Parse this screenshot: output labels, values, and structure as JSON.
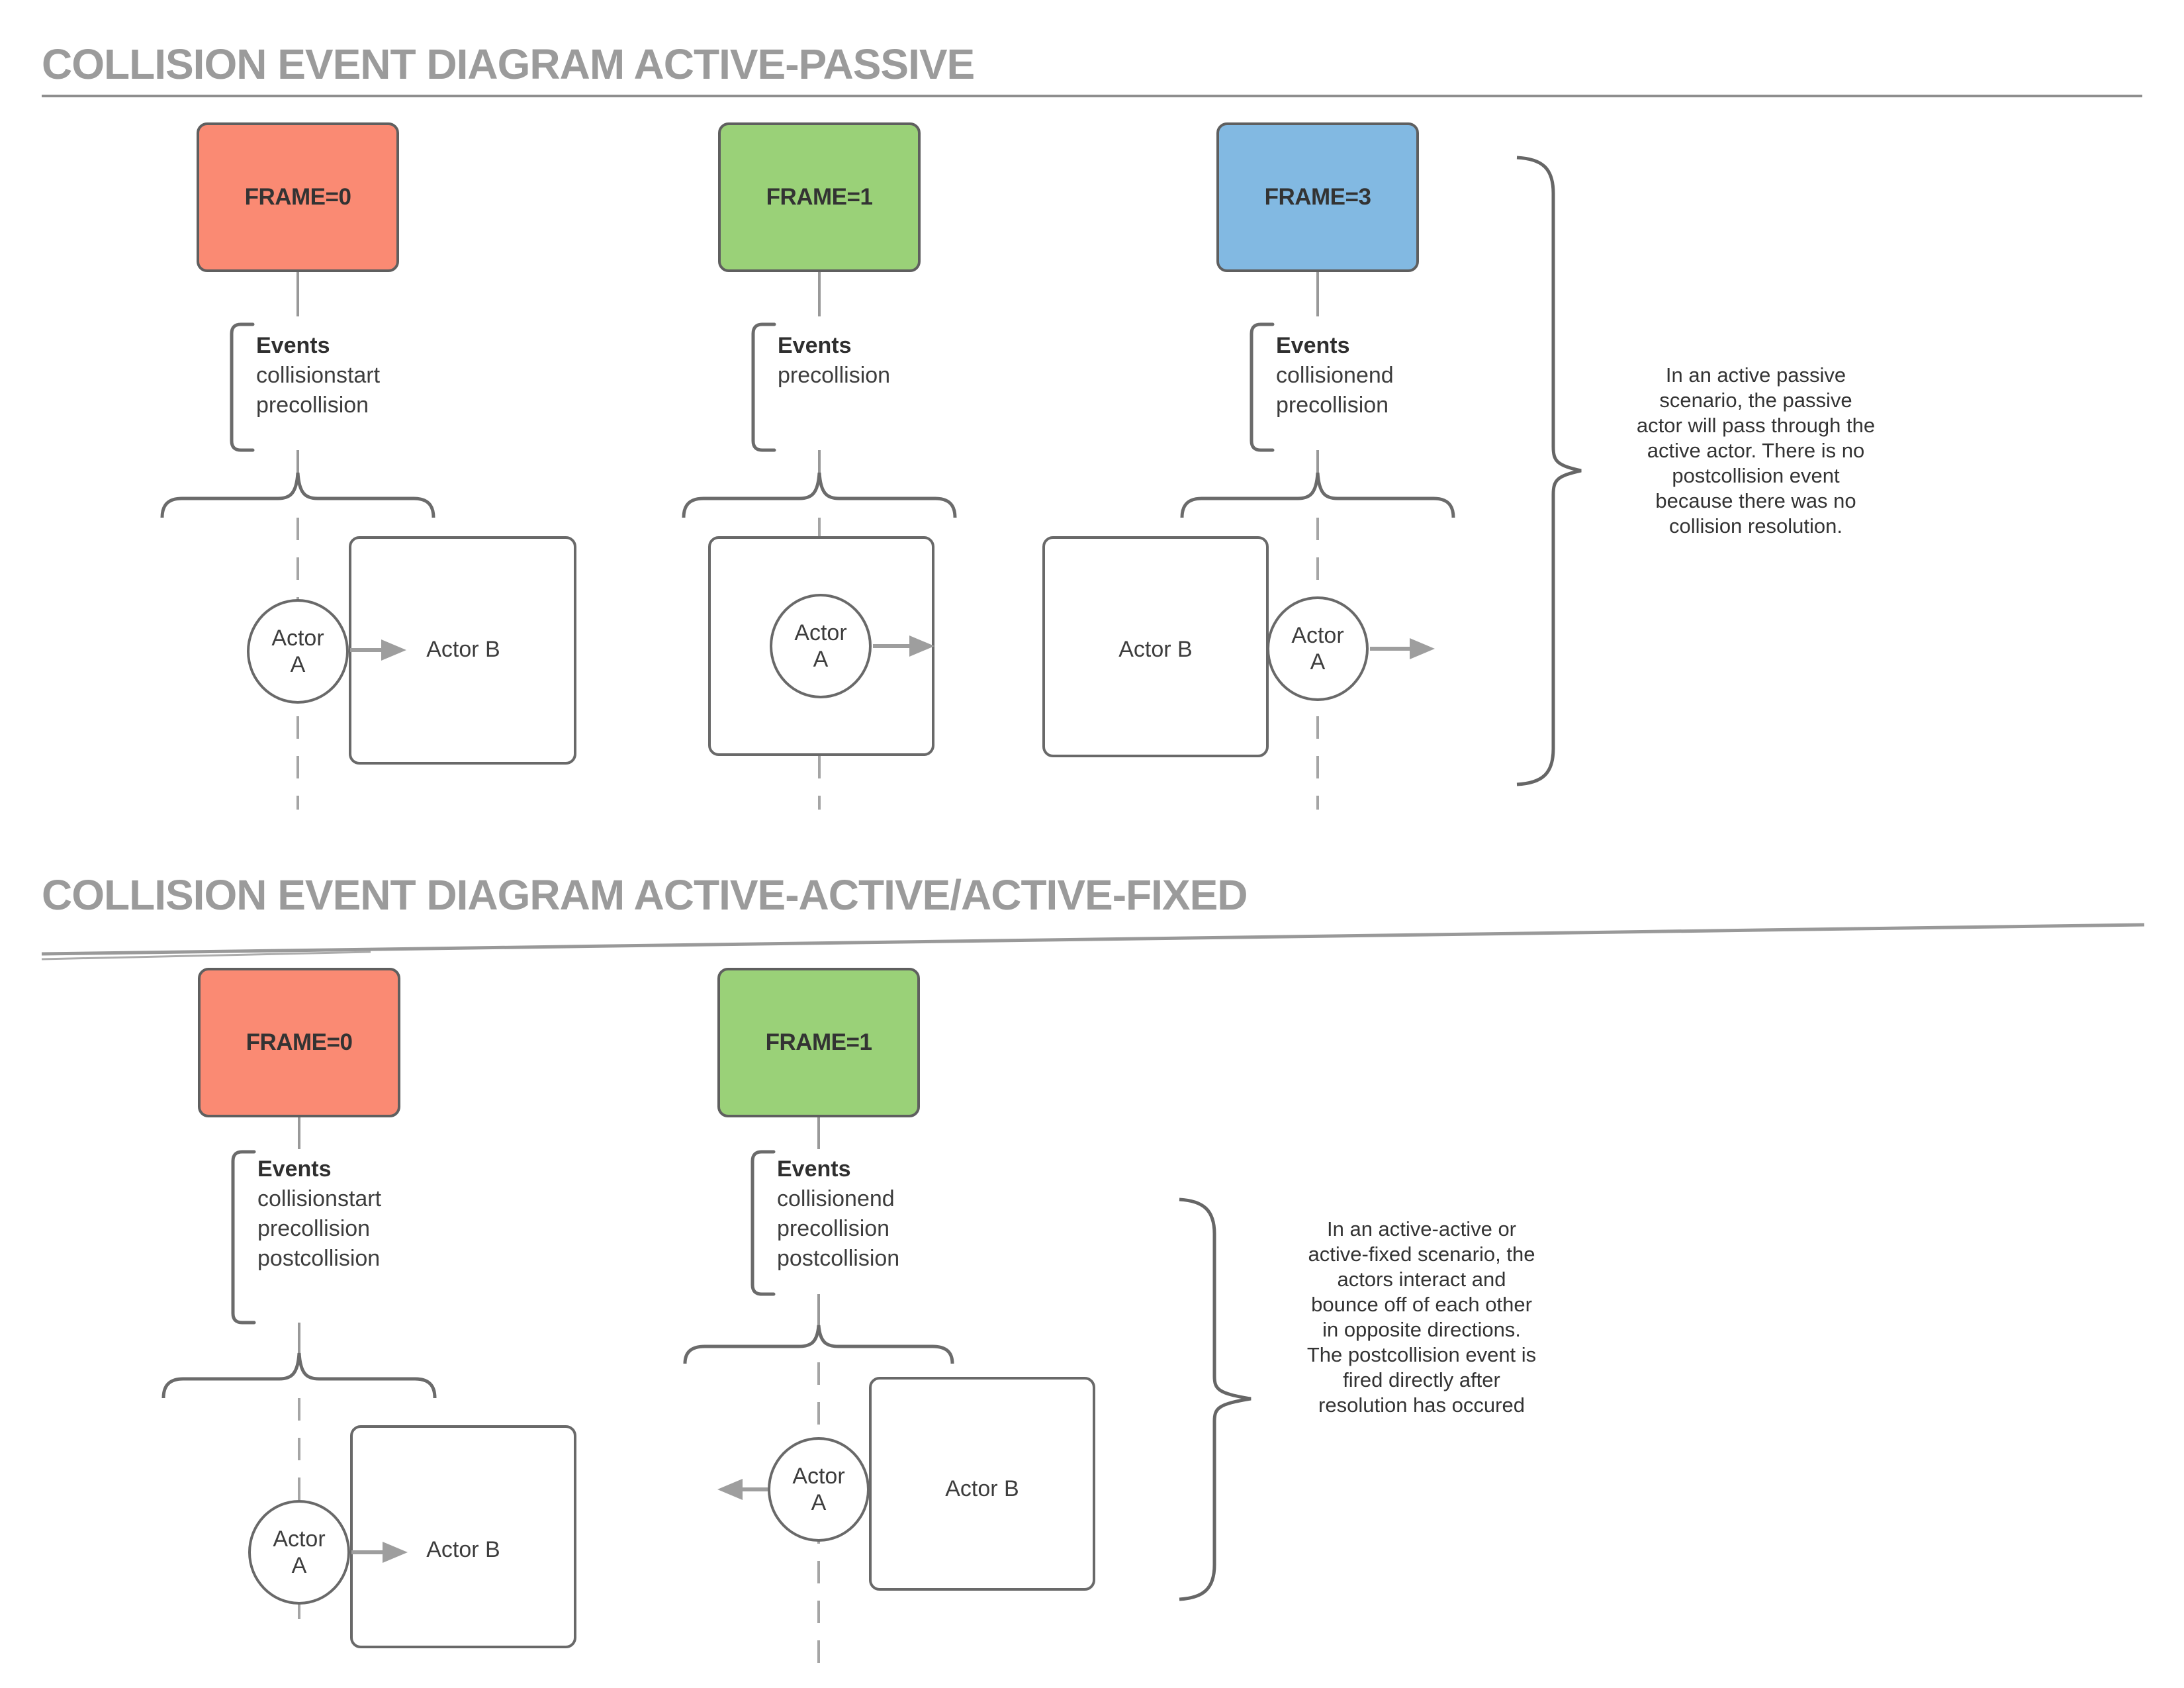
{
  "colors": {
    "frame0_fill": "#fa8a73",
    "frame1_fill": "#9ad178",
    "frame3_fill": "#82b9e2",
    "shape_stroke": "#5f5f5f",
    "line_gray": "#9e9e9e",
    "dash_gray": "#a5a5a5",
    "title_gray": "#9b9b9b",
    "text_dark": "#333333"
  },
  "section1": {
    "title": "COLLISION EVENT DIAGRAM ACTIVE-PASSIVE",
    "frames": [
      {
        "label": "FRAME=0"
      },
      {
        "label": "FRAME=1"
      },
      {
        "label": "FRAME=3"
      }
    ],
    "events": [
      {
        "heading": "Events",
        "items": [
          "collisionstart",
          "precollision"
        ]
      },
      {
        "heading": "Events",
        "items": [
          "precollision"
        ]
      },
      {
        "heading": "Events",
        "items": [
          "collisionend",
          "precollision"
        ]
      }
    ],
    "note_lines": [
      "In an active passive",
      "scenario, the passive",
      "actor will pass through the",
      "active actor. There is no",
      "postcollision event",
      "because there was no",
      "collision resolution."
    ]
  },
  "section2": {
    "title": "COLLISION EVENT DIAGRAM ACTIVE-ACTIVE/ACTIVE-FIXED",
    "frames": [
      {
        "label": "FRAME=0"
      },
      {
        "label": "FRAME=1"
      }
    ],
    "events": [
      {
        "heading": "Events",
        "items": [
          "collisionstart",
          "precollision",
          "postcollision"
        ]
      },
      {
        "heading": "Events",
        "items": [
          "collisionend",
          "precollision",
          "postcollision"
        ]
      }
    ],
    "note_lines": [
      "In an active-active or",
      "active-fixed scenario, the",
      "actors interact and",
      "bounce off of each other",
      "in opposite directions.",
      "The postcollision event is",
      "fired directly after",
      "resolution has occured"
    ]
  },
  "labels": {
    "actor_a_line1": "Actor",
    "actor_a_line2": "A",
    "actor_b": "Actor B"
  }
}
